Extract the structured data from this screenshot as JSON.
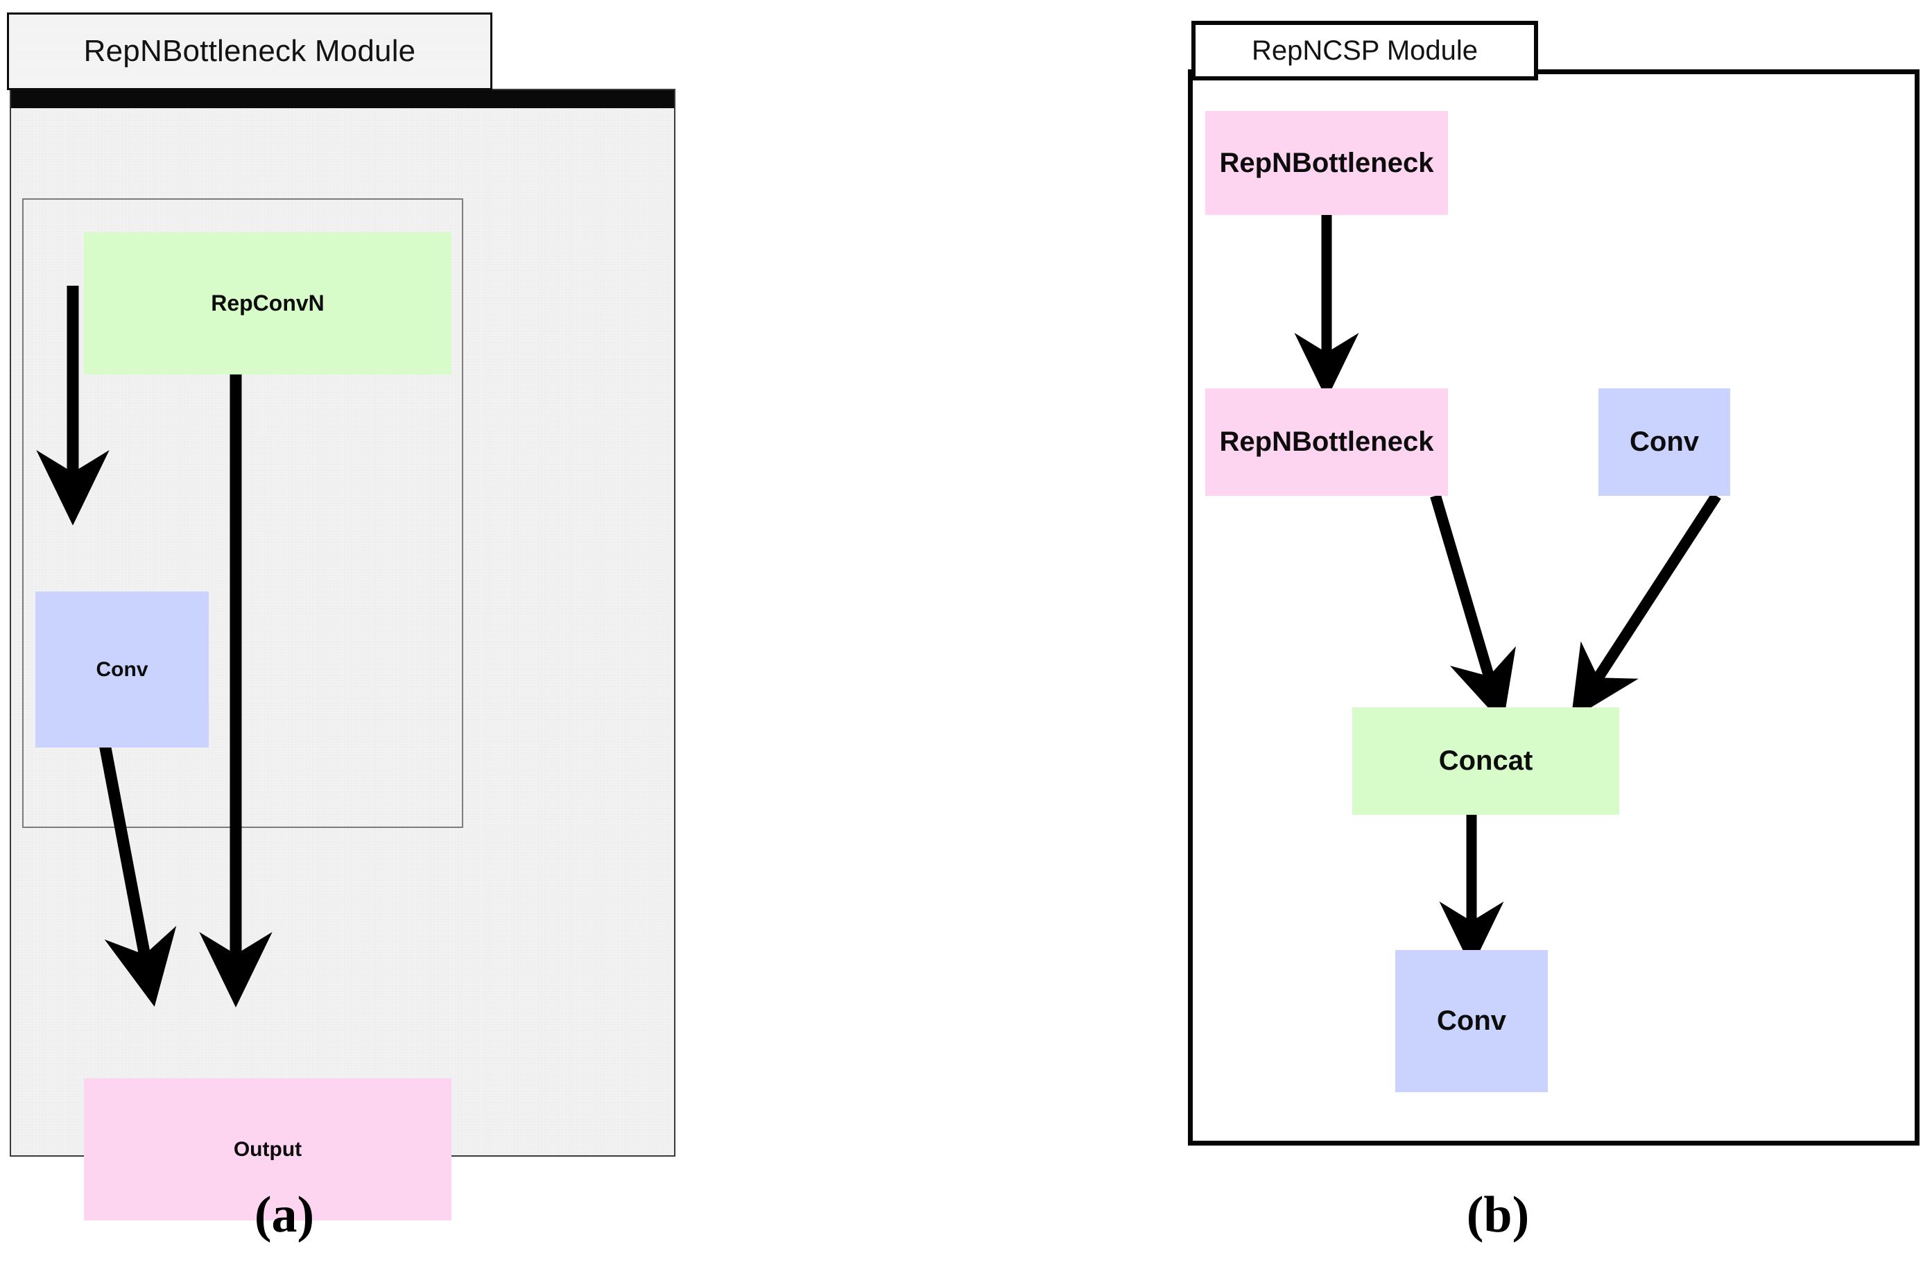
{
  "figure": {
    "panels": [
      {
        "id": "a",
        "caption": "(a)",
        "title": "RepNBottleneck Module",
        "nodes": [
          {
            "key": "repconvn",
            "label": "RepConvN",
            "color": "#d7fbc9",
            "shape": "rectangle"
          },
          {
            "key": "conv",
            "label": "Conv",
            "color": "#c9d3fd",
            "shape": "rectangle"
          },
          {
            "key": "output",
            "label": "Output",
            "color": "#fdd5f0",
            "shape": "rectangle"
          }
        ],
        "edges": [
          {
            "from": "repconvn",
            "to": "conv",
            "style": "straight-arrow"
          },
          {
            "from": "conv",
            "to": "output",
            "style": "diagonal-arrow"
          },
          {
            "from": "repconvn",
            "to": "output",
            "style": "skip-connection-arrow"
          }
        ]
      },
      {
        "id": "b",
        "caption": "(b)",
        "title": "RepNCSP  Module",
        "nodes": [
          {
            "key": "repnbottleneck_1",
            "label": "RepNBottleneck",
            "color": "#fdd5f0",
            "shape": "rectangle"
          },
          {
            "key": "repnbottleneck_2",
            "label": "RepNBottleneck",
            "color": "#fdd5f0",
            "shape": "rectangle"
          },
          {
            "key": "conv_right",
            "label": "Conv",
            "color": "#c9d3fd",
            "shape": "rectangle"
          },
          {
            "key": "concat",
            "label": "Concat",
            "color": "#d7fbc9",
            "shape": "rectangle"
          },
          {
            "key": "conv_out",
            "label": "Conv",
            "color": "#c9d3fd",
            "shape": "rectangle"
          }
        ],
        "edges": [
          {
            "from": "repnbottleneck_1",
            "to": "repnbottleneck_2",
            "style": "straight-arrow"
          },
          {
            "from": "repnbottleneck_2",
            "to": "concat",
            "style": "diagonal-arrow"
          },
          {
            "from": "conv_right",
            "to": "concat",
            "style": "diagonal-arrow"
          },
          {
            "from": "concat",
            "to": "conv_out",
            "style": "straight-arrow"
          }
        ]
      }
    ],
    "colors": {
      "green": "#d7fbc9",
      "blue": "#c9d3fd",
      "pink": "#fdd5f0",
      "stroke": "#000000",
      "panel_a_bg": "#f4f4f4",
      "panel_b_bg": "#ffffff"
    }
  }
}
